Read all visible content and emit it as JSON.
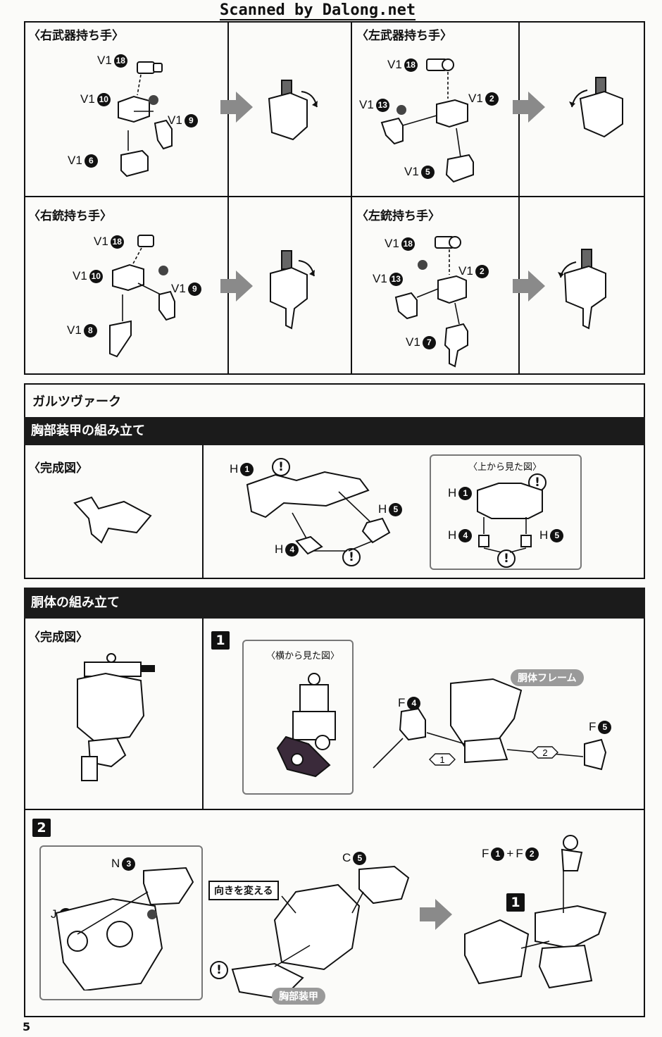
{
  "header": {
    "scan_credit": "Scanned by Dalong.net"
  },
  "section_hands": {
    "right_weapon_hand": {
      "title": "〈右武器持ち手〉",
      "labels": [
        {
          "prefix": "V1",
          "num": "18"
        },
        {
          "prefix": "V1",
          "num": "10"
        },
        {
          "prefix": "V1",
          "num": "9"
        },
        {
          "prefix": "V1",
          "num": "6"
        }
      ]
    },
    "left_weapon_hand": {
      "title": "〈左武器持ち手〉",
      "labels": [
        {
          "prefix": "V1",
          "num": "18"
        },
        {
          "prefix": "V1",
          "num": "13"
        },
        {
          "prefix": "V1",
          "num": "2"
        },
        {
          "prefix": "V1",
          "num": "5"
        }
      ]
    },
    "right_gun_hand": {
      "title": "〈右銃持ち手〉",
      "labels": [
        {
          "prefix": "V1",
          "num": "18"
        },
        {
          "prefix": "V1",
          "num": "10"
        },
        {
          "prefix": "V1",
          "num": "9"
        },
        {
          "prefix": "V1",
          "num": "8"
        }
      ]
    },
    "left_gun_hand": {
      "title": "〈左銃持ち手〉",
      "labels": [
        {
          "prefix": "V1",
          "num": "18"
        },
        {
          "prefix": "V1",
          "num": "13"
        },
        {
          "prefix": "V1",
          "num": "2"
        },
        {
          "prefix": "V1",
          "num": "7"
        }
      ]
    }
  },
  "section_garzvark": {
    "title": "ガルツヴァーク"
  },
  "chest_armor": {
    "banner": "胸部装甲の組み立て",
    "completed_label": "〈完成図〉",
    "labels": [
      {
        "prefix": "H",
        "num": "1"
      },
      {
        "prefix": "H",
        "num": "5"
      },
      {
        "prefix": "H",
        "num": "4"
      }
    ],
    "top_view": {
      "title": "〈上から見た図〉",
      "labels": [
        {
          "prefix": "H",
          "num": "1"
        },
        {
          "prefix": "H",
          "num": "4"
        },
        {
          "prefix": "H",
          "num": "5"
        }
      ]
    },
    "warning_mark": "!"
  },
  "torso": {
    "banner": "胴体の組み立て",
    "completed_label": "〈完成図〉",
    "step1": {
      "step": "1",
      "side_view_title": "〈横から見た図〉",
      "frame_tag": "胴体フレーム",
      "labels": [
        {
          "prefix": "F",
          "num": "4"
        },
        {
          "prefix": "F",
          "num": "5"
        }
      ],
      "order_marks": [
        "1",
        "2"
      ]
    },
    "step2": {
      "step": "2",
      "labels": [
        {
          "prefix": "N",
          "num": "3"
        },
        {
          "prefix": "J",
          "num": "3"
        },
        {
          "prefix": "C",
          "num": "5"
        }
      ],
      "rotate_note": "向きを変える",
      "chest_armor_tag": "胸部装甲",
      "combo_label": {
        "a_prefix": "F",
        "a_num": "1",
        "plus": "+",
        "b_prefix": "F",
        "b_num": "2"
      },
      "ref_step": "1"
    }
  },
  "footer": {
    "page_number": "5"
  },
  "colors": {
    "ink": "#111111",
    "paper": "#fbfbf9",
    "banner": "#1b1b1b",
    "tag_grey": "#9a9a9a",
    "arrow_grey": "#8a8a8a"
  }
}
